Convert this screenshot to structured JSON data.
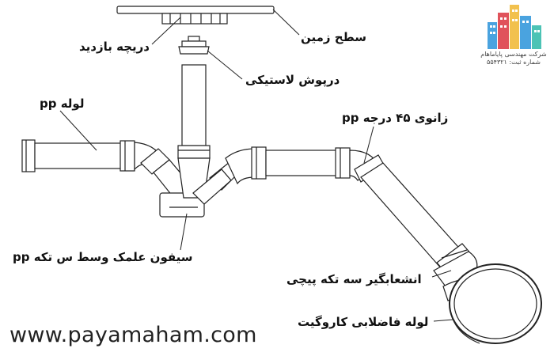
{
  "labels": {
    "floor": "سطح زمین",
    "access_door": "دریچه بازدید",
    "rubber_cap": "درپوش لاستیکی",
    "pp_pipe": "لوله pp",
    "elbow_45": "زانوی ۴۵ درجه pp",
    "siphon": "سیفون علمک وسط س تکه pp",
    "branch": "انشعابگیر سه تکه پیچی",
    "sewer_pipe": "لوله فاضلابی کاروگیت"
  },
  "website": "www.payamaham.com",
  "logo": {
    "company": "شرکت مهندسی پایاماهام",
    "registration": "شماره ثبت: ۵۵۴۳۲۱"
  },
  "colors": {
    "line": "#222222",
    "fill": "#ffffff",
    "logo_blue": "#4aa3df",
    "logo_red": "#e0535b",
    "logo_yellow": "#f2c14e",
    "logo_teal": "#4cc3b5"
  }
}
